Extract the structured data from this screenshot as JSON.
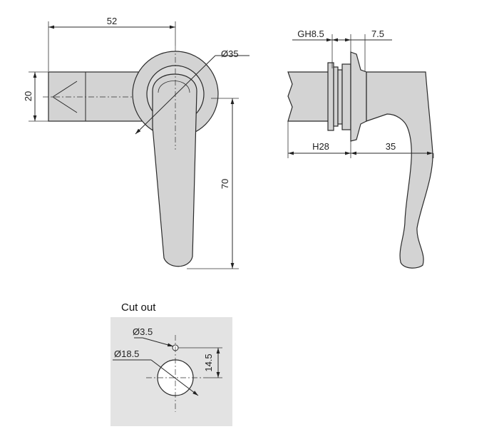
{
  "front_view": {
    "dim_width": "52",
    "dim_height_body": "20",
    "dim_diameter": "Ø35",
    "dim_length": "70"
  },
  "side_view": {
    "dim_gh": "GH8.5",
    "dim_flange": "7.5",
    "dim_h": "H28",
    "dim_reach": "35"
  },
  "cutout": {
    "title": "Cut out",
    "dim_small_hole": "Ø3.5",
    "dim_main_hole": "Ø18.5",
    "dim_offset": "14.5"
  },
  "colors": {
    "part_fill": "#d3d3d3",
    "panel_fill": "#e3e3e3",
    "line": "#2a2a2a"
  }
}
